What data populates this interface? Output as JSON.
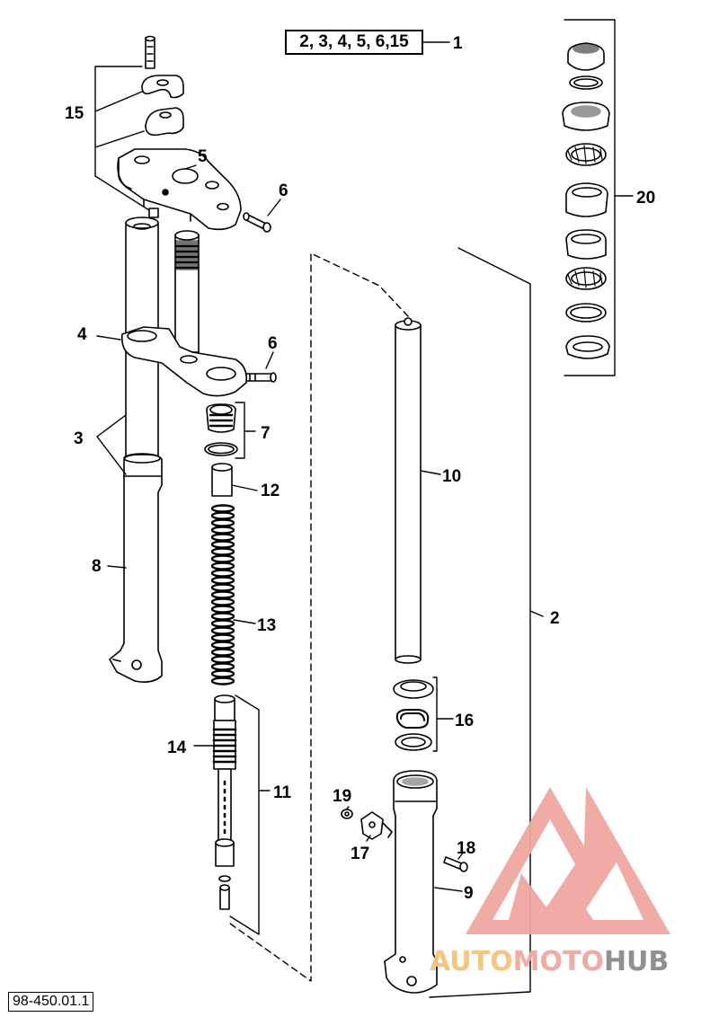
{
  "diagram": {
    "kit_box": "2, 3, 4, 5, 6,15",
    "reference": "98-450.01.1",
    "labels": {
      "p1": "1",
      "p2": "2",
      "p3": "3",
      "p4": "4",
      "p5": "5",
      "p6a": "6",
      "p6b": "6",
      "p7": "7",
      "p8": "8",
      "p9": "9",
      "p10": "10",
      "p11": "11",
      "p12": "12",
      "p13": "13",
      "p14": "14",
      "p15": "15",
      "p16": "16",
      "p17": "17",
      "p18": "18",
      "p19": "19",
      "p20": "20"
    }
  },
  "watermark": {
    "text_part1": "AUTO",
    "text_part2": "MOTO",
    "text_part3": "HUB",
    "color_primary": "#f0a7a0",
    "color_secondary": "#f6c27a",
    "color_dark": "#8b8b8b"
  }
}
